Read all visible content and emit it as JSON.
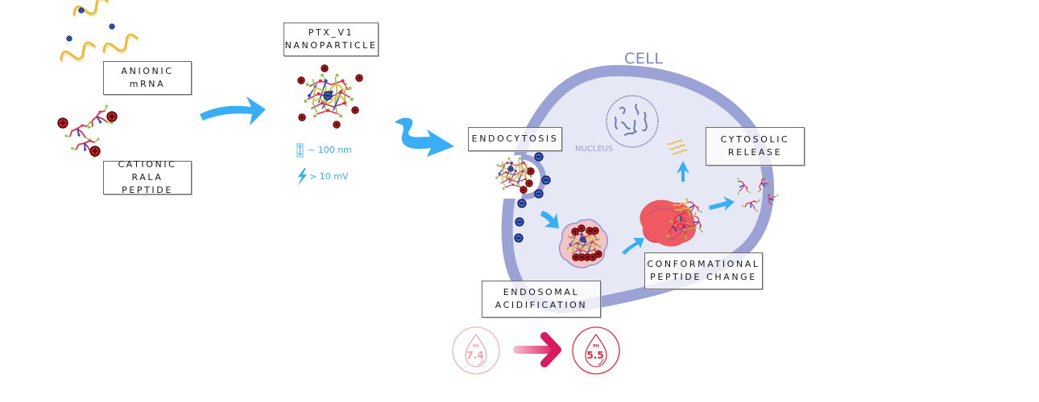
{
  "diagram": {
    "title": "PTX_V1 mRNA delivery mechanism",
    "components": {
      "anionic_mrna": {
        "line1": "ANIONIC",
        "line2": "mRNA"
      },
      "cationic_peptide": {
        "line1": "CATIONIC",
        "line2": "RALA PEPTIDE"
      },
      "nanoparticle": {
        "line1": "PTX_V1",
        "line2": "NANOPARTICLE"
      }
    },
    "nanoparticle_specs": {
      "size": "~ 100 nm",
      "charge": "> 10 mV",
      "size_icon": "size-arrow-icon",
      "charge_icon": "lightning-icon"
    },
    "cell": {
      "title": "CELL",
      "nucleus_label": "NUCLEUS"
    },
    "steps": {
      "endocytosis": {
        "line1": "ENDOCYTOSIS"
      },
      "endosomal_acidification": {
        "line1": "ENDOSOMAL",
        "line2": "ACIDIFICATION"
      },
      "conformational_change": {
        "line1": "CONFORMATIONAL",
        "line2": "PEPTIDE CHANGE"
      },
      "cytosolic_release": {
        "line1": "CYTOSOLIC",
        "line2": "RELEASE"
      }
    },
    "ph": {
      "label": "PH",
      "initial": "7.4",
      "final": "5.5"
    },
    "colors": {
      "arrow": "#3aaef4",
      "membrane": "#9ba3d6",
      "cytoplasm": "#e6e8f6",
      "mrna": "#e9b93a",
      "positive_charge": "#d4161f",
      "negative_charge": "#2d55b8",
      "endosome": "#f6c3c6",
      "ph_initial": "#f2a3a3",
      "ph_final": "#d8283c",
      "ph_arrow": "#d81b60"
    }
  }
}
